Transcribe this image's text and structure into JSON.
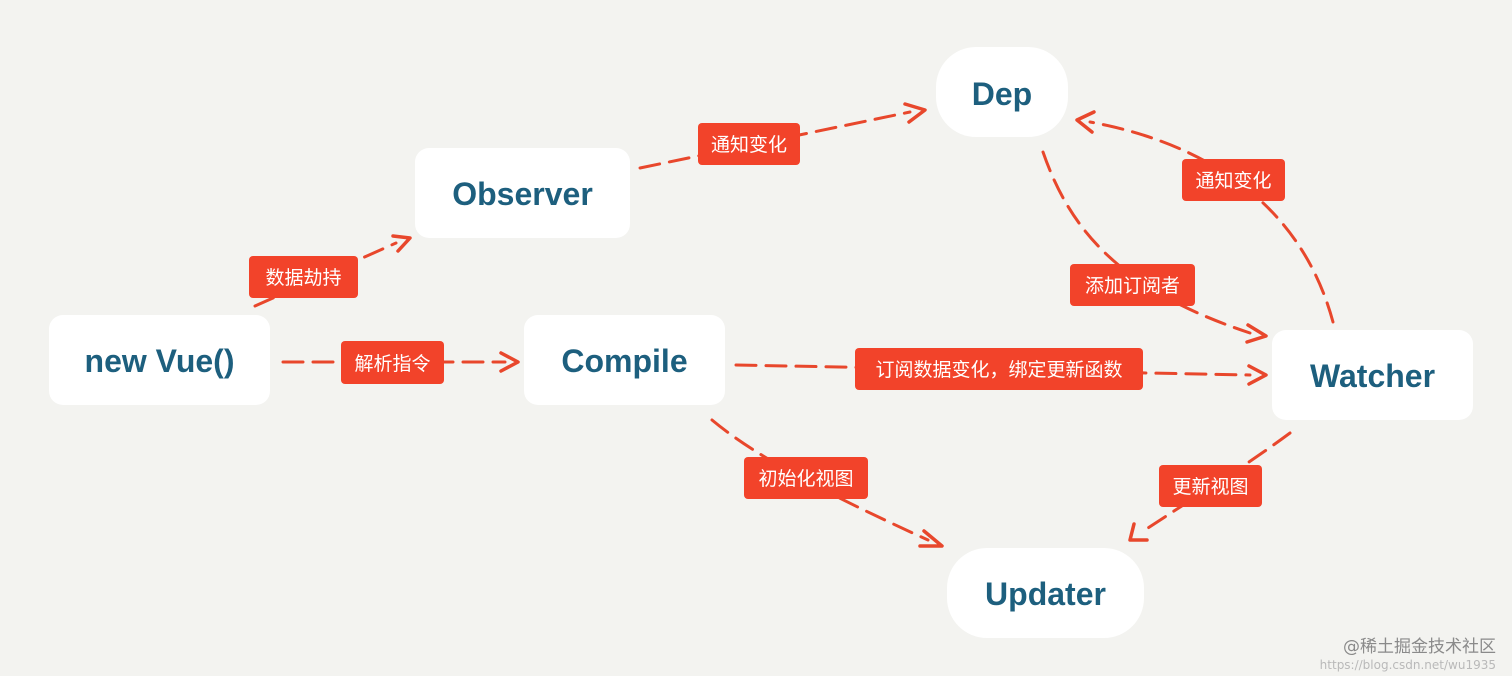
{
  "nodes": {
    "newvue": "new Vue()",
    "observer": "Observer",
    "compile": "Compile",
    "dep": "Dep",
    "watcher": "Watcher",
    "updater": "Updater"
  },
  "edges": {
    "newvue_observer": "数据劫持",
    "newvue_compile": "解析指令",
    "observer_dep": "通知变化",
    "watcher_dep": "通知变化",
    "dep_watcher": "添加订阅者",
    "compile_watcher": "订阅数据变化，绑定更新函数",
    "compile_updater": "初始化视图",
    "watcher_updater": "更新视图"
  },
  "watermark": {
    "main": "@稀土掘金技术社区",
    "sub": "https://blog.csdn.net/wu1935"
  },
  "colors": {
    "background": "#f3f3f0",
    "node_fill": "#ffffff",
    "node_text": "#1d5f7e",
    "arrow": "#e8472c",
    "label_fill": "#f2432a",
    "label_text": "#ffffff"
  }
}
